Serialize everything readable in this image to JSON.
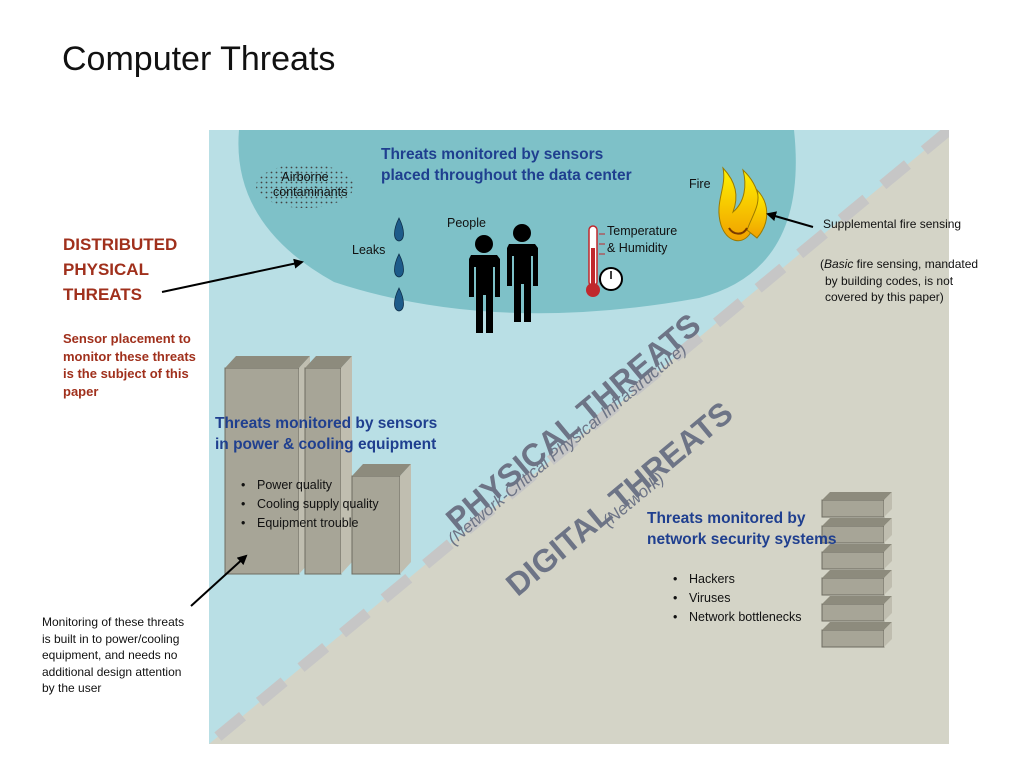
{
  "title": "Computer Threats",
  "left_panel": {
    "heading_lines": [
      "DISTRIBUTED",
      "PHYSICAL",
      "THREATS"
    ],
    "sub_lines": [
      "Sensor placement to",
      "monitor these threats",
      "is the subject of this",
      "paper"
    ]
  },
  "bottom_note_lines": [
    "Monitoring of these threats",
    "is built in to power/cooling",
    "equipment, and needs no",
    "additional design attention",
    "by the user"
  ],
  "sensor_zone": {
    "heading_lines": [
      "Threats monitored by sensors",
      "placed throughout the data center"
    ],
    "airborne_lines": [
      "Airborne",
      "contaminants"
    ],
    "leaks": "Leaks",
    "people": "People",
    "temperature_lines": [
      "Temperature",
      "& Humidity"
    ],
    "fire": "Fire"
  },
  "fire_note": {
    "heading": "Supplemental fire sensing",
    "paren_open": "(",
    "basic": "Basic",
    "line1_rest": " fire sensing, mandated",
    "line2": "by building codes, is not",
    "line3": "covered by this paper)"
  },
  "power_cooling": {
    "heading_lines": [
      "Threats monitored by sensors",
      "in power & cooling equipment"
    ],
    "items": [
      "Power quality",
      "Cooling supply quality",
      "Equipment trouble"
    ]
  },
  "physical_band": {
    "title": "PHYSICAL THREATS",
    "subtitle": "(Network-Critical Physical Infrastructure)"
  },
  "digital_band": {
    "title": "DIGITAL THREATS",
    "subtitle": "(Network)"
  },
  "network": {
    "heading_lines": [
      "Threats monitored by",
      "network security systems"
    ],
    "items": [
      "Hackers",
      "Viruses",
      "Network bottlenecks"
    ]
  },
  "colors": {
    "physical_bg": "#b9dfe5",
    "digital_bg": "#d4d4c7",
    "oval": "#7ec1c8",
    "blue_text": "#1f3f8f",
    "red_text": "#a0301c",
    "band_text": "#6d7486"
  }
}
